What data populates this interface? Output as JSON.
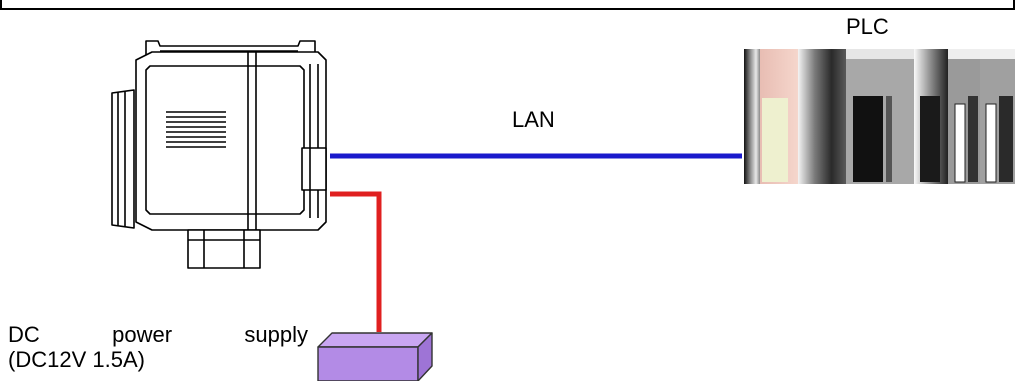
{
  "labels": {
    "lan": "LAN",
    "plc": "PLC",
    "power_supply": {
      "word1": "DC",
      "word2": "power",
      "word3": "supply",
      "line2": "(DC12V 1.5A)"
    }
  },
  "colors": {
    "lan_cable": "#1a1acc",
    "power_cable": "#e02020",
    "power_supply_top": "#c9a6f2",
    "power_supply_front": "#b38be6",
    "power_supply_side": "#9e74d6"
  },
  "icons": [
    "camera-icon",
    "plc-rack-icon",
    "power-supply-icon"
  ]
}
